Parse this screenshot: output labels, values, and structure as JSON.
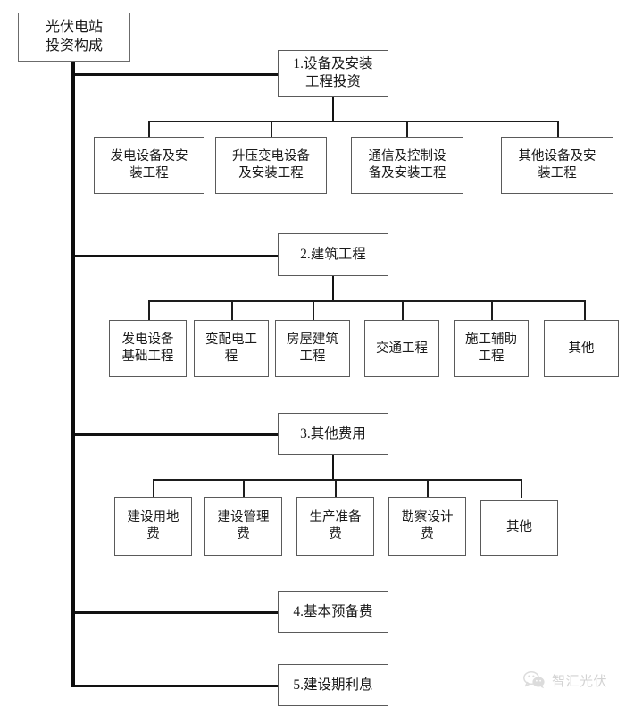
{
  "diagram": {
    "root": {
      "label": "光伏电站\n投资构成"
    },
    "branches": [
      {
        "label": "1.设备及安装\n工程投资",
        "children": [
          {
            "label": "发电设备及安\n装工程"
          },
          {
            "label": "升压变电设备\n及安装工程"
          },
          {
            "label": "通信及控制设\n备及安装工程"
          },
          {
            "label": "其他设备及安\n装工程"
          }
        ]
      },
      {
        "label": "2.建筑工程",
        "children": [
          {
            "label": "发电设备\n基础工程"
          },
          {
            "label": "变配电工\n程"
          },
          {
            "label": "房屋建筑\n工程"
          },
          {
            "label": "交通工程"
          },
          {
            "label": "施工辅助\n工程"
          },
          {
            "label": "其他"
          }
        ]
      },
      {
        "label": "3.其他费用",
        "children": [
          {
            "label": "建设用地\n费"
          },
          {
            "label": "建设管理\n费"
          },
          {
            "label": "生产准备\n费"
          },
          {
            "label": "勘察设计\n费"
          },
          {
            "label": "其他"
          }
        ]
      },
      {
        "label": "4.基本预备费",
        "children": []
      },
      {
        "label": "5.建设期利息",
        "children": []
      }
    ]
  },
  "watermark": {
    "text": "智汇光伏",
    "icon": "wechat-icon",
    "color": "#c2c2c2"
  },
  "colors": {
    "box_border": "#5a5a5a",
    "line": "#121212",
    "background": "#ffffff",
    "text": "#1a1a1a"
  }
}
